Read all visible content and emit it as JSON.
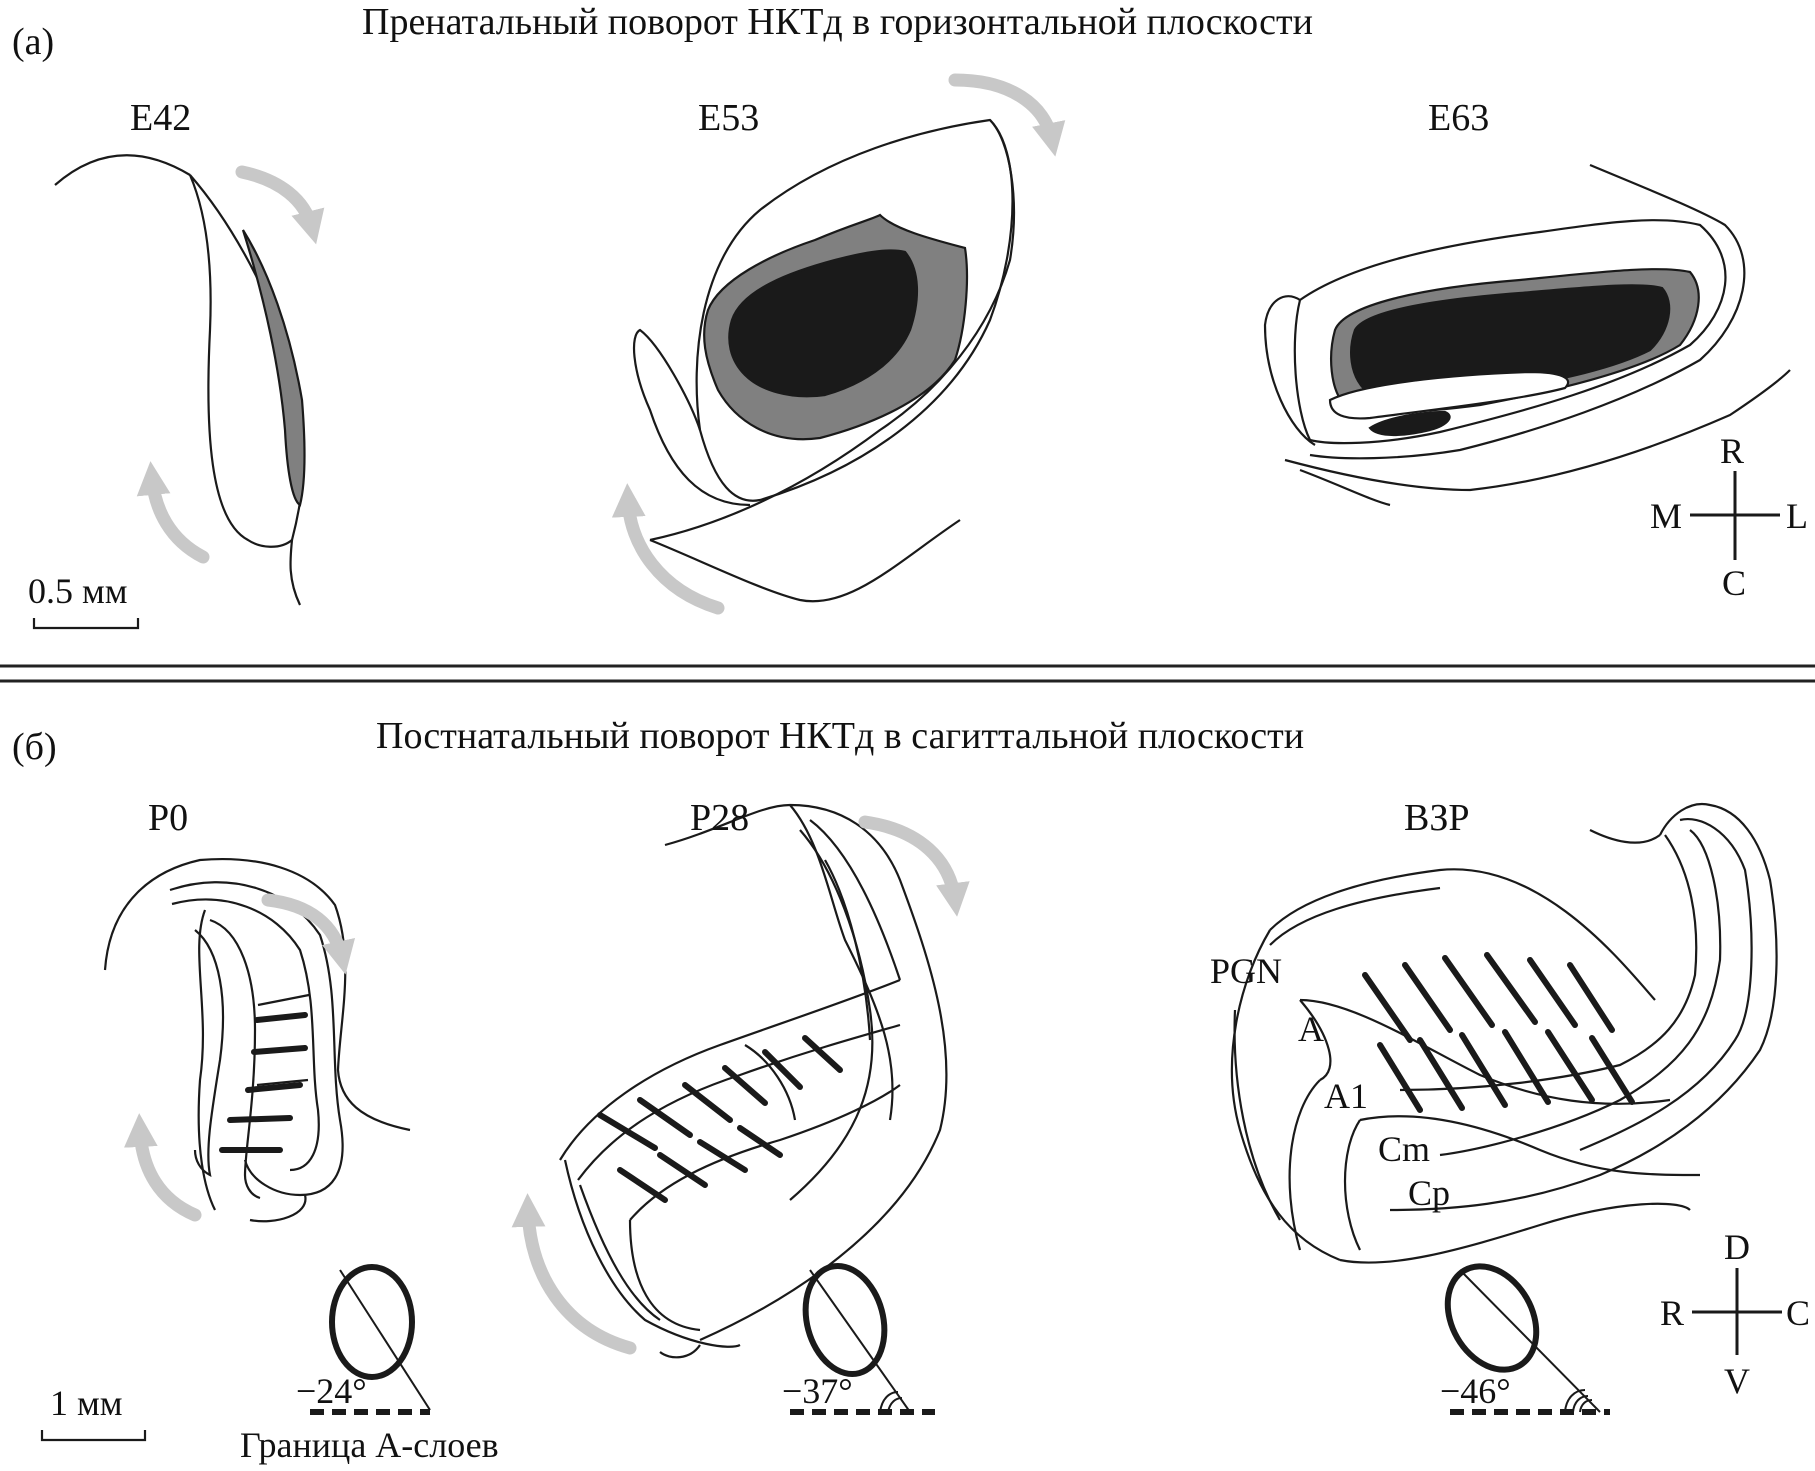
{
  "panel_a": {
    "label": "(а)",
    "title": "Пренатальный поворот НКТд в горизонтальной плоскости",
    "stages": [
      "E42",
      "E53",
      "E63"
    ],
    "scale_bar": "0.5 мм",
    "orientation": {
      "top": "R",
      "bottom": "C",
      "left": "M",
      "right": "L"
    }
  },
  "panel_b": {
    "label": "(б)",
    "title": "Постнатальный поворот НКТд в сагиттальной плоскости",
    "stages": [
      "P0",
      "P28",
      "ВЗР"
    ],
    "layers": [
      "PGN",
      "A",
      "A1",
      "Cm",
      "Cp"
    ],
    "angles": [
      "−24°",
      "−37°",
      "−46°"
    ],
    "boundary_label": "Граница А-слоев",
    "scale_bar": "1 мм",
    "orientation": {
      "top": "D",
      "bottom": "V",
      "left": "R",
      "right": "C"
    }
  },
  "colors": {
    "line": "#1a1a1a",
    "gray_layer": "#808080",
    "black_layer": "#1a1a1a",
    "arrow": "#c8c8c8"
  }
}
